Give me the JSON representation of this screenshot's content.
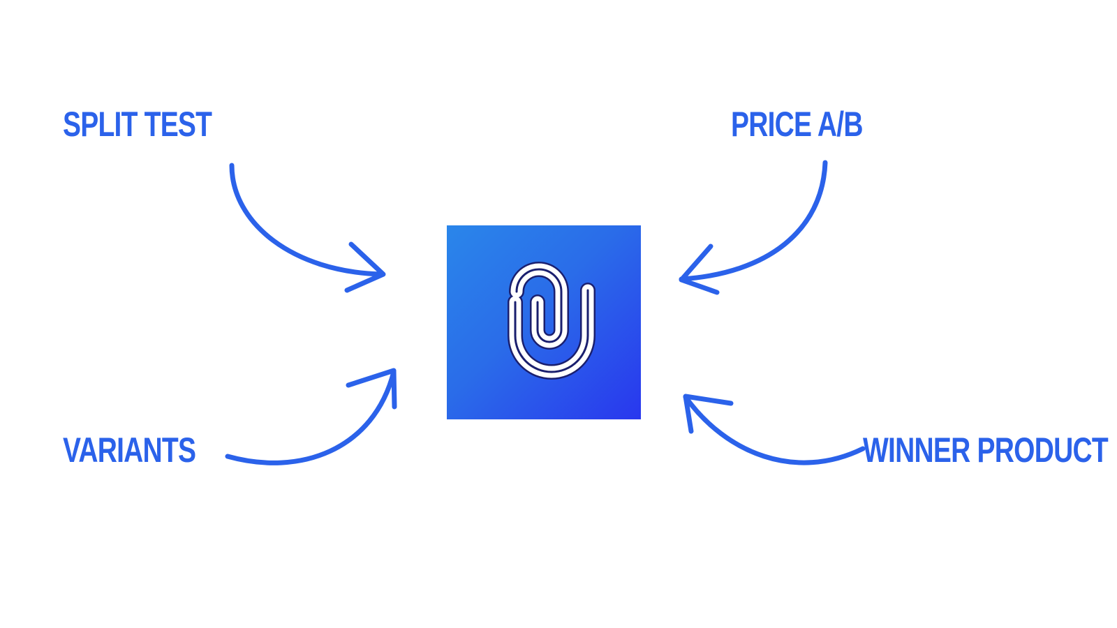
{
  "labels": {
    "split_test": "SPLIT TEST",
    "price_ab": "PRICE A/B",
    "variants": "VARIANTS",
    "winner_product": "WINNER PRODUCT"
  },
  "logo": {
    "icon": "paperclip-u-logo-icon"
  },
  "colors": {
    "accent": "#2b62ea",
    "logo_gradient_start": "#2a86ea",
    "logo_gradient_end": "#2937ee",
    "background": "#ffffff"
  }
}
